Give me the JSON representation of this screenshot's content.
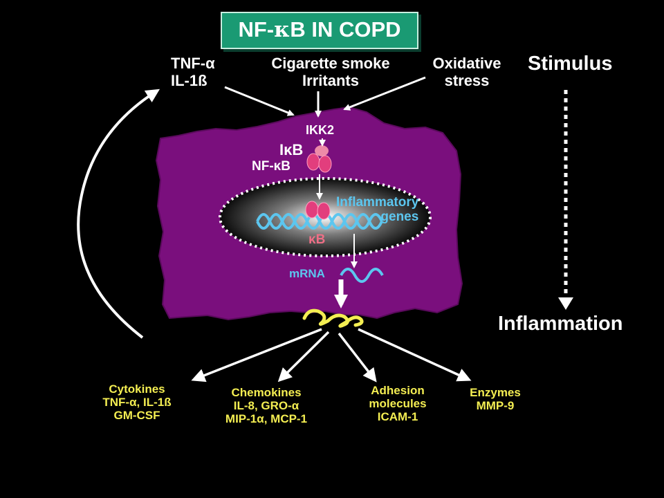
{
  "title": {
    "pre": "NF-",
    "greek": "κ",
    "post": "B IN COPD"
  },
  "stimuli": {
    "tnf": {
      "lines": [
        "TNF-α",
        "IL-1ß"
      ]
    },
    "smoke": {
      "lines": [
        "Cigarette smoke",
        "Irritants"
      ]
    },
    "oxidative": {
      "lines": [
        "Oxidative",
        "stress"
      ]
    }
  },
  "right_axis": {
    "top": "Stimulus",
    "bottom": "Inflammation"
  },
  "cell": {
    "ikk2": "IKK2",
    "ikb": "IκB",
    "nfkb": "NF-κB",
    "genes": [
      "Inflammatory",
      "genes"
    ],
    "kb": "κB",
    "mrna": "mRNA"
  },
  "products": {
    "cytokines": [
      "Cytokines",
      "TNF-α, IL-1ß",
      "GM-CSF"
    ],
    "chemokines": [
      "Chemokines",
      "IL-8, GRO-α",
      "MIP-1α, MCP-1"
    ],
    "adhesion": [
      "Adhesion",
      "molecules",
      "ICAM-1"
    ],
    "enzymes": [
      "Enzymes",
      "MMP-9"
    ]
  },
  "colors": {
    "background": "#000000",
    "cell": "#7a0f7d",
    "title_box": "#1a9a73",
    "label_white": "#ffffff",
    "label_yellow": "#f4ee52",
    "label_cyan": "#5cc6ef",
    "protein_pink": "#e23e7d"
  }
}
